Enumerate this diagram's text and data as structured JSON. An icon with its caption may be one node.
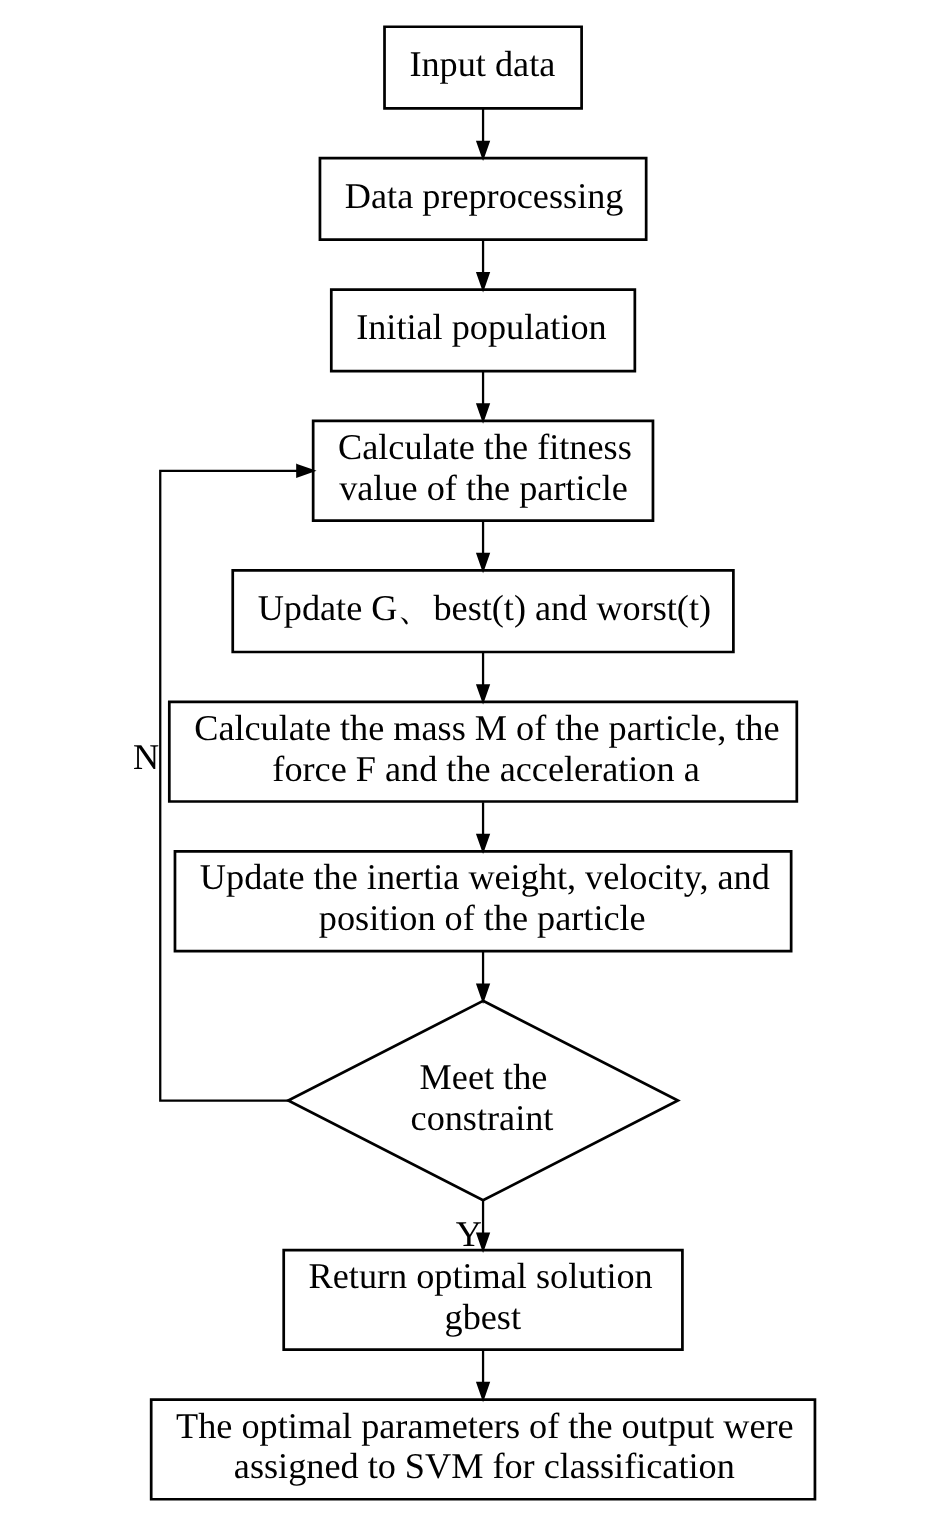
{
  "diagram": {
    "nodes": [
      {
        "text": [
          "Input data"
        ]
      },
      {
        "text": [
          "Data preprocessing"
        ]
      },
      {
        "text": [
          "Initial population"
        ]
      },
      {
        "text": [
          "Calculate the fitness value of the particle"
        ]
      },
      {
        "text": [
          "Update G、best(t) and worst(t)"
        ]
      },
      {
        "text": [
          "Calculate the mass M of the particle, the force F and the acceleration a"
        ]
      },
      {
        "text": [
          "Update the inertia weight, velocity, and position of the particle"
        ]
      },
      {
        "text": [
          "Meet the constraint"
        ]
      },
      {
        "text": [
          "Return optimal solution gbest"
        ]
      },
      {
        "text": [
          "The optimal parameters of the output were assigned to SVM for classification"
        ]
      }
    ],
    "edges": [
      {
        "from": 0,
        "to": 1,
        "arrow": "to"
      },
      {
        "from": 1,
        "to": 2,
        "arrow": "to"
      },
      {
        "from": 2,
        "to": 3,
        "arrow": "to"
      },
      {
        "from": 3,
        "to": 4,
        "arrow": "to"
      },
      {
        "from": 4,
        "to": 5,
        "arrow": "to"
      },
      {
        "from": 5,
        "to": 6,
        "arrow": "to"
      },
      {
        "from": 6,
        "to": 7,
        "arrow": "to"
      },
      {
        "from": 7,
        "to": 3,
        "arrow": "to",
        "label": "N"
      },
      {
        "from": 7,
        "to": 8,
        "arrow": "to",
        "label": "Y"
      },
      {
        "from": 8,
        "to": 9,
        "arrow": "to"
      }
    ]
  }
}
